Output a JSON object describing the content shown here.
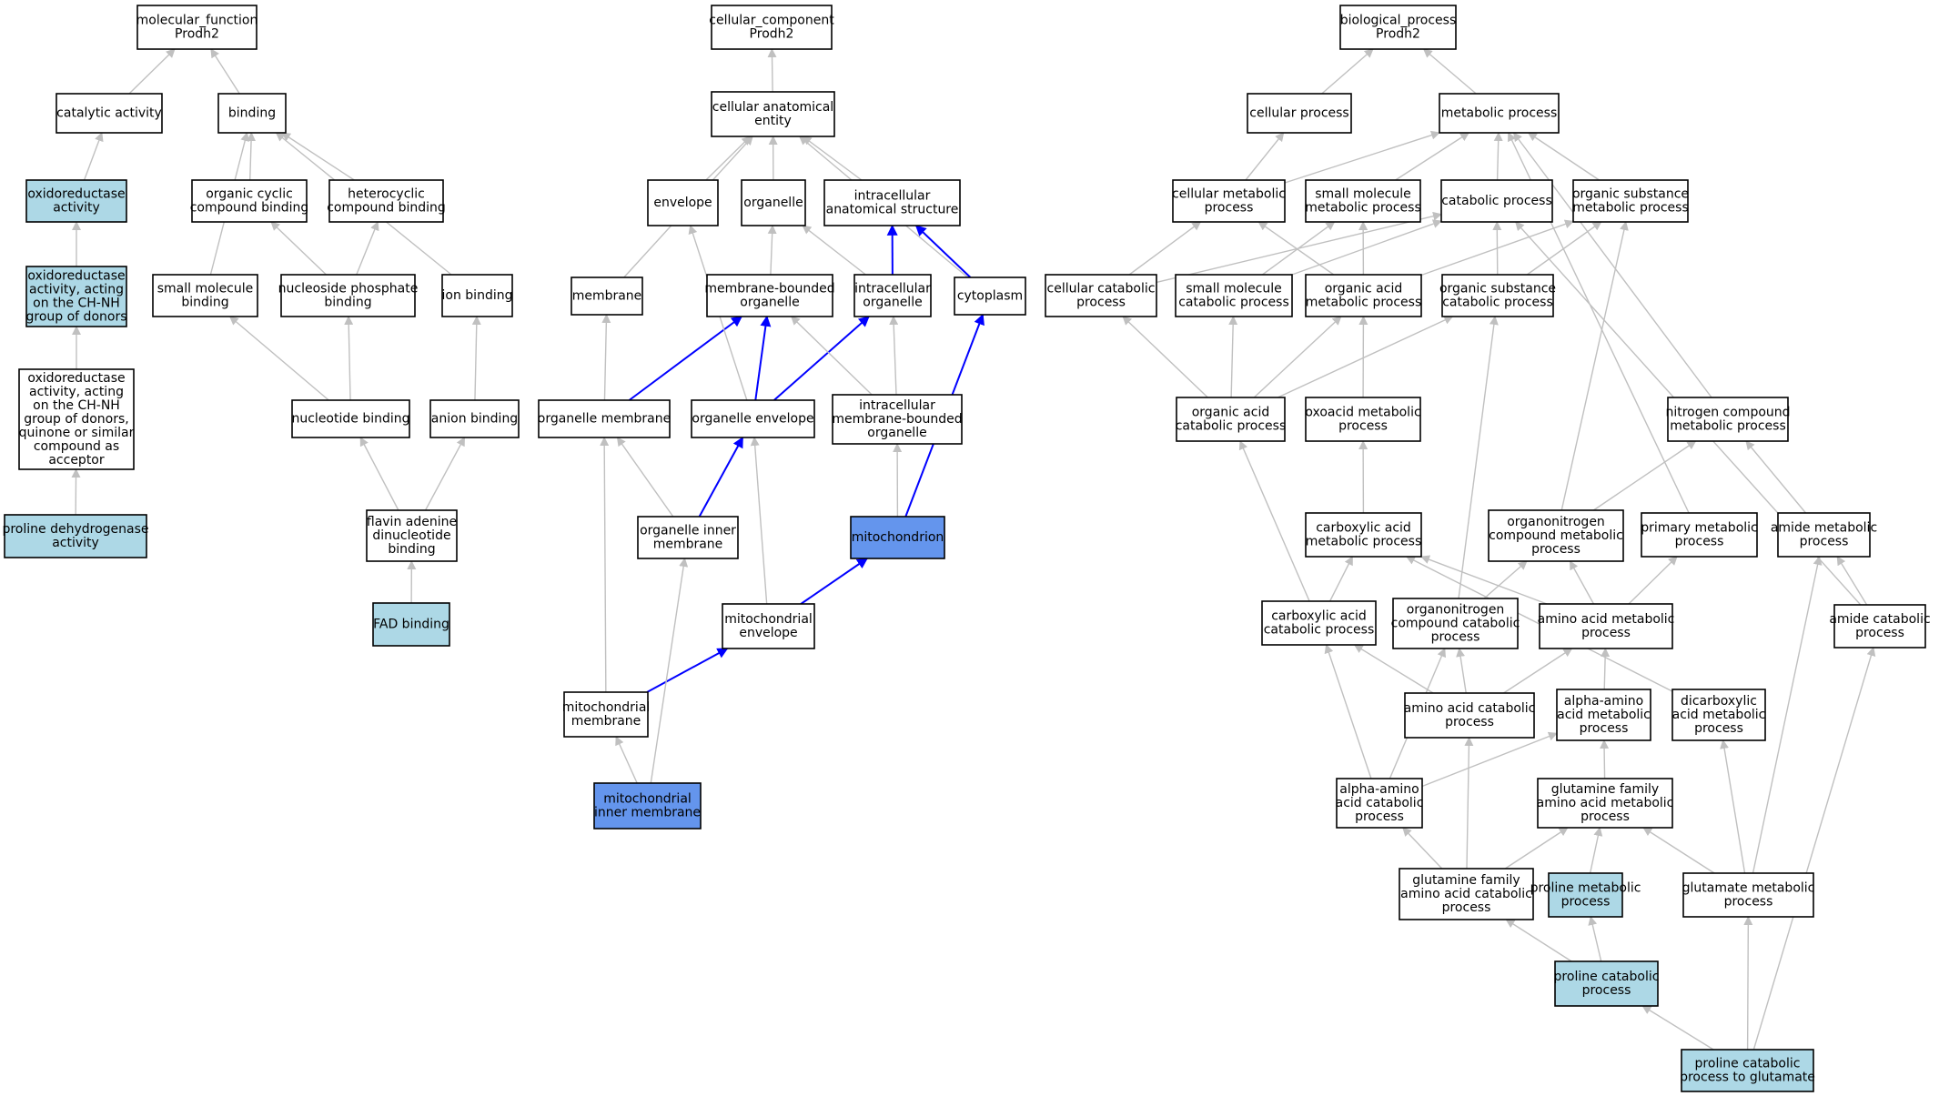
{
  "colors": {
    "plain": "#ffffff",
    "highlight": "#add8e6",
    "focus": "#6495ed",
    "edge_default": "#c0c0c0",
    "edge_focus": "#0000ff",
    "outline": "#000000"
  },
  "nodes": [
    {
      "id": "mf",
      "lines": [
        "molecular_function",
        "Prodh2"
      ],
      "style": "plain"
    },
    {
      "id": "cat",
      "lines": [
        "catalytic activity"
      ],
      "style": "plain"
    },
    {
      "id": "bind",
      "lines": [
        "binding"
      ],
      "style": "plain"
    },
    {
      "id": "oxi",
      "lines": [
        "oxidoreductase",
        "activity"
      ],
      "style": "highlight"
    },
    {
      "id": "occ",
      "lines": [
        "organic cyclic",
        "compound binding"
      ],
      "style": "plain"
    },
    {
      "id": "hcb",
      "lines": [
        "heterocyclic",
        "compound binding"
      ],
      "style": "plain"
    },
    {
      "id": "oxich",
      "lines": [
        "oxidoreductase",
        "activity, acting",
        "on the CH-NH",
        "group of donors"
      ],
      "style": "highlight"
    },
    {
      "id": "smb",
      "lines": [
        "small molecule",
        "binding"
      ],
      "style": "plain"
    },
    {
      "id": "npb",
      "lines": [
        "nucleoside phosphate",
        "binding"
      ],
      "style": "plain"
    },
    {
      "id": "ionb",
      "lines": [
        "ion binding"
      ],
      "style": "plain"
    },
    {
      "id": "oxq",
      "lines": [
        "oxidoreductase",
        "activity, acting",
        "on the CH-NH",
        "group of donors,",
        "quinone or similar",
        "compound as",
        "acceptor"
      ],
      "style": "plain"
    },
    {
      "id": "nucb",
      "lines": [
        "nucleotide binding"
      ],
      "style": "plain"
    },
    {
      "id": "anb",
      "lines": [
        "anion binding"
      ],
      "style": "plain"
    },
    {
      "id": "pdh",
      "lines": [
        "proline dehydrogenase",
        "activity"
      ],
      "style": "highlight"
    },
    {
      "id": "fadd",
      "lines": [
        "flavin adenine",
        "dinucleotide",
        "binding"
      ],
      "style": "plain"
    },
    {
      "id": "fad",
      "lines": [
        "FAD binding"
      ],
      "style": "highlight"
    },
    {
      "id": "cc",
      "lines": [
        "cellular_component",
        "Prodh2"
      ],
      "style": "plain"
    },
    {
      "id": "cae",
      "lines": [
        "cellular anatomical",
        "entity"
      ],
      "style": "plain"
    },
    {
      "id": "env",
      "lines": [
        "envelope"
      ],
      "style": "plain"
    },
    {
      "id": "org",
      "lines": [
        "organelle"
      ],
      "style": "plain"
    },
    {
      "id": "ias",
      "lines": [
        "intracellular",
        "anatomical structure"
      ],
      "style": "plain"
    },
    {
      "id": "mem",
      "lines": [
        "membrane"
      ],
      "style": "plain"
    },
    {
      "id": "mbo",
      "lines": [
        "membrane-bounded",
        "organelle"
      ],
      "style": "plain"
    },
    {
      "id": "io",
      "lines": [
        "intracellular",
        "organelle"
      ],
      "style": "plain"
    },
    {
      "id": "cyto",
      "lines": [
        "cytoplasm"
      ],
      "style": "plain"
    },
    {
      "id": "om",
      "lines": [
        "organelle membrane"
      ],
      "style": "plain"
    },
    {
      "id": "oe",
      "lines": [
        "organelle envelope"
      ],
      "style": "plain"
    },
    {
      "id": "imbo",
      "lines": [
        "intracellular",
        "membrane-bounded",
        "organelle"
      ],
      "style": "plain"
    },
    {
      "id": "oim",
      "lines": [
        "organelle inner",
        "membrane"
      ],
      "style": "plain"
    },
    {
      "id": "mito",
      "lines": [
        "mitochondrion"
      ],
      "style": "focus"
    },
    {
      "id": "menv",
      "lines": [
        "mitochondrial",
        "envelope"
      ],
      "style": "plain"
    },
    {
      "id": "mmem",
      "lines": [
        "mitochondrial",
        "membrane"
      ],
      "style": "plain"
    },
    {
      "id": "mim",
      "lines": [
        "mitochondrial",
        "inner membrane"
      ],
      "style": "focus"
    },
    {
      "id": "bp",
      "lines": [
        "biological_process",
        "Prodh2"
      ],
      "style": "plain"
    },
    {
      "id": "cp",
      "lines": [
        "cellular process"
      ],
      "style": "plain"
    },
    {
      "id": "mp",
      "lines": [
        "metabolic process"
      ],
      "style": "plain"
    },
    {
      "id": "cmp",
      "lines": [
        "cellular metabolic",
        "process"
      ],
      "style": "plain"
    },
    {
      "id": "smmp",
      "lines": [
        "small molecule",
        "metabolic process"
      ],
      "style": "plain"
    },
    {
      "id": "catp",
      "lines": [
        "catabolic process"
      ],
      "style": "plain"
    },
    {
      "id": "osmp",
      "lines": [
        "organic substance",
        "metabolic process"
      ],
      "style": "plain"
    },
    {
      "id": "ccp",
      "lines": [
        "cellular catabolic",
        "process"
      ],
      "style": "plain"
    },
    {
      "id": "smcp",
      "lines": [
        "small molecule",
        "catabolic process"
      ],
      "style": "plain"
    },
    {
      "id": "oamp",
      "lines": [
        "organic acid",
        "metabolic process"
      ],
      "style": "plain"
    },
    {
      "id": "oscp",
      "lines": [
        "organic substance",
        "catabolic process"
      ],
      "style": "plain"
    },
    {
      "id": "oacp",
      "lines": [
        "organic acid",
        "catabolic process"
      ],
      "style": "plain"
    },
    {
      "id": "oxmp",
      "lines": [
        "oxoacid metabolic",
        "process"
      ],
      "style": "plain"
    },
    {
      "id": "ncmp",
      "lines": [
        "nitrogen compound",
        "metabolic process"
      ],
      "style": "plain"
    },
    {
      "id": "camp",
      "lines": [
        "carboxylic acid",
        "metabolic process"
      ],
      "style": "plain"
    },
    {
      "id": "oncmp",
      "lines": [
        "organonitrogen",
        "compound metabolic",
        "process"
      ],
      "style": "plain"
    },
    {
      "id": "pmp",
      "lines": [
        "primary metabolic",
        "process"
      ],
      "style": "plain"
    },
    {
      "id": "amp",
      "lines": [
        "amide metabolic",
        "process"
      ],
      "style": "plain"
    },
    {
      "id": "cacp",
      "lines": [
        "carboxylic acid",
        "catabolic process"
      ],
      "style": "plain"
    },
    {
      "id": "onccp",
      "lines": [
        "organonitrogen",
        "compound catabolic",
        "process"
      ],
      "style": "plain"
    },
    {
      "id": "aamp",
      "lines": [
        "amino acid metabolic",
        "process"
      ],
      "style": "plain"
    },
    {
      "id": "acp",
      "lines": [
        "amide catabolic",
        "process"
      ],
      "style": "plain"
    },
    {
      "id": "aacp",
      "lines": [
        "amino acid catabolic",
        "process"
      ],
      "style": "plain"
    },
    {
      "id": "aaamp",
      "lines": [
        "alpha-amino",
        "acid metabolic",
        "process"
      ],
      "style": "plain"
    },
    {
      "id": "dcamp",
      "lines": [
        "dicarboxylic",
        "acid metabolic",
        "process"
      ],
      "style": "plain"
    },
    {
      "id": "aaacp",
      "lines": [
        "alpha-amino",
        "acid catabolic",
        "process"
      ],
      "style": "plain"
    },
    {
      "id": "gfamp",
      "lines": [
        "glutamine family",
        "amino acid metabolic",
        "process"
      ],
      "style": "plain"
    },
    {
      "id": "gfacp",
      "lines": [
        "glutamine family",
        "amino acid catabolic",
        "process"
      ],
      "style": "plain"
    },
    {
      "id": "prmp",
      "lines": [
        "proline metabolic",
        "process"
      ],
      "style": "highlight"
    },
    {
      "id": "glump",
      "lines": [
        "glutamate metabolic",
        "process"
      ],
      "style": "plain"
    },
    {
      "id": "prcp",
      "lines": [
        "proline catabolic",
        "process"
      ],
      "style": "highlight"
    },
    {
      "id": "prcg",
      "lines": [
        "proline catabolic",
        "process to glutamate"
      ],
      "style": "highlight"
    }
  ],
  "edges": [
    [
      "cat",
      "mf",
      false
    ],
    [
      "bind",
      "mf",
      false
    ],
    [
      "oxi",
      "cat",
      false
    ],
    [
      "occ",
      "bind",
      false
    ],
    [
      "hcb",
      "bind",
      false
    ],
    [
      "smb",
      "bind",
      false
    ],
    [
      "ionb",
      "bind",
      false
    ],
    [
      "oxich",
      "oxi",
      false
    ],
    [
      "oxq",
      "oxich",
      false
    ],
    [
      "pdh",
      "oxq",
      false
    ],
    [
      "npb",
      "occ",
      false
    ],
    [
      "npb",
      "hcb",
      false
    ],
    [
      "nucb",
      "smb",
      false
    ],
    [
      "nucb",
      "npb",
      false
    ],
    [
      "anb",
      "ionb",
      false
    ],
    [
      "fadd",
      "nucb",
      false
    ],
    [
      "fadd",
      "anb",
      false
    ],
    [
      "fad",
      "fadd",
      false
    ],
    [
      "cae",
      "cc",
      false
    ],
    [
      "env",
      "cae",
      false
    ],
    [
      "org",
      "cae",
      false
    ],
    [
      "ias",
      "cae",
      false
    ],
    [
      "mem",
      "cae",
      false
    ],
    [
      "cyto",
      "cae",
      false
    ],
    [
      "mbo",
      "org",
      false
    ],
    [
      "io",
      "org",
      false
    ],
    [
      "io",
      "ias",
      true
    ],
    [
      "cyto",
      "ias",
      true
    ],
    [
      "om",
      "mem",
      false
    ],
    [
      "om",
      "mbo",
      true
    ],
    [
      "oe",
      "mbo",
      true
    ],
    [
      "oe",
      "env",
      false
    ],
    [
      "oe",
      "io",
      true
    ],
    [
      "imbo",
      "mbo",
      false
    ],
    [
      "imbo",
      "io",
      false
    ],
    [
      "oim",
      "om",
      false
    ],
    [
      "oim",
      "oe",
      true
    ],
    [
      "mito",
      "imbo",
      false
    ],
    [
      "mito",
      "cyto",
      true
    ],
    [
      "menv",
      "oe",
      false
    ],
    [
      "menv",
      "mito",
      true
    ],
    [
      "mmem",
      "om",
      false
    ],
    [
      "mmem",
      "menv",
      true
    ],
    [
      "mim",
      "mmem",
      false
    ],
    [
      "mim",
      "oim",
      false
    ],
    [
      "cp",
      "bp",
      false
    ],
    [
      "mp",
      "bp",
      false
    ],
    [
      "cmp",
      "cp",
      false
    ],
    [
      "cmp",
      "mp",
      false
    ],
    [
      "smmp",
      "mp",
      false
    ],
    [
      "catp",
      "mp",
      false
    ],
    [
      "osmp",
      "mp",
      false
    ],
    [
      "ccp",
      "cmp",
      false
    ],
    [
      "ccp",
      "catp",
      false
    ],
    [
      "smcp",
      "smmp",
      false
    ],
    [
      "smcp",
      "catp",
      false
    ],
    [
      "oamp",
      "cmp",
      false
    ],
    [
      "oamp",
      "osmp",
      false
    ],
    [
      "oamp",
      "smmp",
      false
    ],
    [
      "oscp",
      "catp",
      false
    ],
    [
      "oscp",
      "osmp",
      false
    ],
    [
      "oacp",
      "ccp",
      false
    ],
    [
      "oacp",
      "smcp",
      false
    ],
    [
      "oacp",
      "oamp",
      false
    ],
    [
      "oacp",
      "oscp",
      false
    ],
    [
      "oxmp",
      "oamp",
      false
    ],
    [
      "ncmp",
      "mp",
      false
    ],
    [
      "camp",
      "oxmp",
      false
    ],
    [
      "oncmp",
      "osmp",
      false
    ],
    [
      "oncmp",
      "ncmp",
      false
    ],
    [
      "pmp",
      "mp",
      false
    ],
    [
      "amp",
      "ncmp",
      false
    ],
    [
      "cacp",
      "camp",
      false
    ],
    [
      "cacp",
      "oacp",
      false
    ],
    [
      "onccp",
      "oscp",
      false
    ],
    [
      "onccp",
      "oncmp",
      false
    ],
    [
      "aamp",
      "oncmp",
      false
    ],
    [
      "aamp",
      "camp",
      false
    ],
    [
      "aamp",
      "pmp",
      false
    ],
    [
      "acp",
      "amp",
      false
    ],
    [
      "acp",
      "catp",
      false
    ],
    [
      "aacp",
      "aamp",
      false
    ],
    [
      "aacp",
      "cacp",
      false
    ],
    [
      "aacp",
      "onccp",
      false
    ],
    [
      "aaamp",
      "aamp",
      false
    ],
    [
      "dcamp",
      "camp",
      false
    ],
    [
      "aaacp",
      "aaamp",
      false
    ],
    [
      "aaacp",
      "cacp",
      false
    ],
    [
      "aaacp",
      "onccp",
      false
    ],
    [
      "gfamp",
      "aaamp",
      false
    ],
    [
      "gfacp",
      "gfamp",
      false
    ],
    [
      "gfacp",
      "aaacp",
      false
    ],
    [
      "gfacp",
      "aacp",
      false
    ],
    [
      "prmp",
      "gfamp",
      false
    ],
    [
      "glump",
      "gfamp",
      false
    ],
    [
      "glump",
      "dcamp",
      false
    ],
    [
      "glump",
      "amp",
      false
    ],
    [
      "prcp",
      "prmp",
      false
    ],
    [
      "prcp",
      "gfacp",
      false
    ],
    [
      "prcg",
      "prcp",
      false
    ],
    [
      "prcg",
      "glump",
      false
    ],
    [
      "prcg",
      "acp",
      false
    ]
  ]
}
